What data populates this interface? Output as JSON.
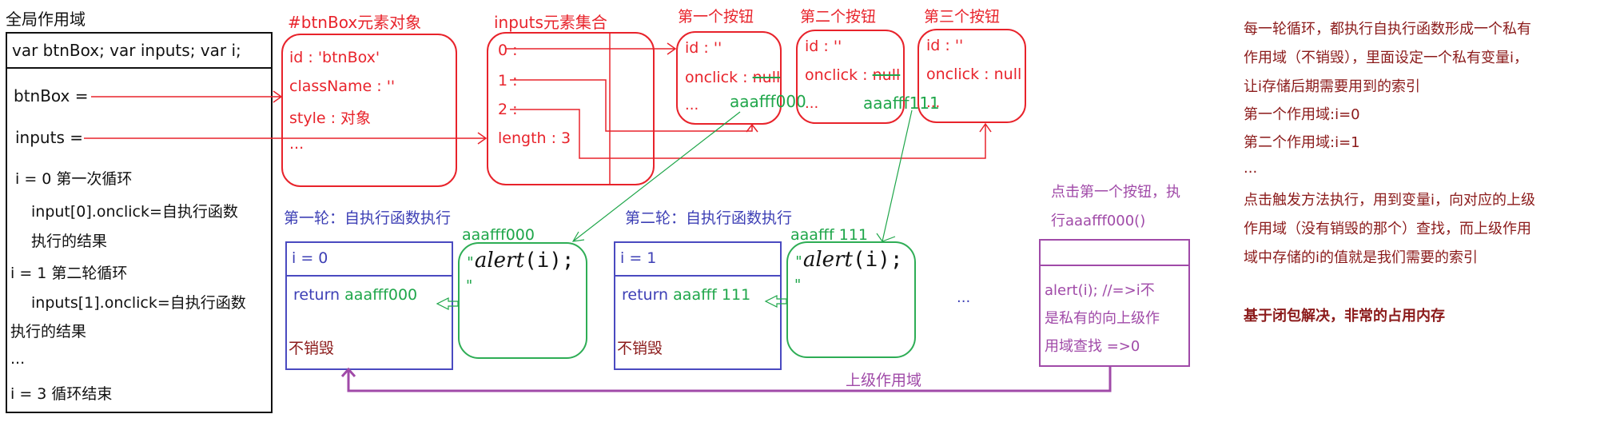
{
  "global_scope": {
    "title": "全局作用域",
    "declarations": "var btnBox;  var inputs;  var i;",
    "lines": [
      "btnBox =",
      "inputs =",
      "i = 0  第一次循环",
      "input[0].onclick=自执行函数",
      "执行的结果",
      "i = 1 第二轮循环",
      "inputs[1].onclick=自执行函数",
      "执行的结果",
      "...",
      "i = 3   循环结束"
    ]
  },
  "btnbox_object": {
    "title": "#btnBox元素对象",
    "props": [
      "id : 'btnBox'",
      "className : ''",
      "style : 对象",
      "..."
    ]
  },
  "inputs_collection": {
    "title": "inputs元素集合",
    "props": [
      "0 :",
      "1 :",
      "2 :",
      "length : 3"
    ]
  },
  "buttons": [
    {
      "title": "第一个按钮",
      "id": "id : ''",
      "onclick_label": "onclick : ",
      "onclick_value": "null",
      "onclick_struck": true,
      "ellipsis": "...",
      "new_value": "aaafff000"
    },
    {
      "title": "第二个按钮",
      "id": "id : ''",
      "onclick_label": "onclick : ",
      "onclick_value": "null",
      "onclick_struck": true,
      "ellipsis": "...",
      "new_value": "aaafff111"
    },
    {
      "title": "第三个按钮",
      "id": "id : ''",
      "onclick_label": "onclick : ",
      "onclick_value": "null",
      "onclick_struck": false,
      "ellipsis": "..."
    }
  ],
  "rounds": [
    {
      "title": "第一轮：自执行函数执行",
      "var": "i = 0",
      "return_kw": "return",
      "return_val": "aaafff000",
      "status": "不销毁",
      "heap_label": "aaafff000",
      "heap_code_open": "\"",
      "heap_code": "alert",
      "heap_code_args": "(i);",
      "heap_code_close": "\""
    },
    {
      "title": "第二轮：自执行函数执行",
      "var": "i = 1",
      "return_kw": "return",
      "return_val": "aaafff 111",
      "status": "不销毁",
      "heap_label": "aaafff 111",
      "heap_code_open": "\"",
      "heap_code": "alert",
      "heap_code_args": "(i);",
      "heap_code_close": "\""
    }
  ],
  "more_ellipsis": "...",
  "click_scope": {
    "title_line1": "点击第一个按钮，执",
    "title_line2": "行aaafff000()",
    "body": [
      "alert(i); //=>i不",
      "是私有的向上级作",
      "用域查找    =>0"
    ]
  },
  "parent_scope_label": "上级作用域",
  "notes": {
    "lines": [
      "每一轮循环，都执行自执行函数形成一个私有",
      "作用域（不销毁），里面设定一个私有变量i，",
      "让i存储后期需要用到的索引",
      "第一个作用域:i=0",
      "第二个作用域:i=1",
      "...",
      "点击触发方法执行，用到变量i，向对应的上级",
      "作用域（没有销毁的那个）查找，而上级作用",
      "域中存储的i的值就是我们需要的索引"
    ],
    "conclusion": "基于闭包解决，非常的占用内存"
  },
  "colors": {
    "heap_red": "#e8232b",
    "func_green": "#1fa64a",
    "scope_blue": "#3d3fb5",
    "note_darkred": "#8b1a1a",
    "parent_purple": "#a04aa8"
  }
}
